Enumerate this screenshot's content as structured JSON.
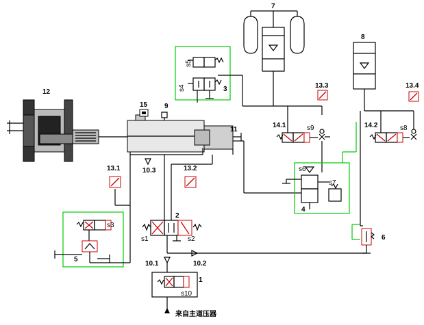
{
  "labels": {
    "l1": "1",
    "l2": "2",
    "l3": "3",
    "l4": "4",
    "l5": "5",
    "l6": "6",
    "l7": "7",
    "l8": "8",
    "l9": "9",
    "l11": "11",
    "l12": "12",
    "l15": "15",
    "l10_1": "10.1",
    "l10_2": "10.2",
    "l10_3": "10.3",
    "l13_1": "13.1",
    "l13_2": "13.2",
    "l13_3": "13.3",
    "l13_4": "13.4",
    "l14_1": "14.1",
    "l14_2": "14.2"
  },
  "solenoids": {
    "s1": "s1",
    "s2": "s2",
    "s3": "s3",
    "s4": "s4",
    "s5": "s5",
    "s6": "s6",
    "s7": "s7",
    "s8": "s8",
    "s9": "s9",
    "s10": "s10"
  },
  "source_label": "来自主道压器",
  "colors": {
    "line": "#000000",
    "green": "#00cc00",
    "red": "#cc0000",
    "fill_gray": "#bbbbbb"
  }
}
